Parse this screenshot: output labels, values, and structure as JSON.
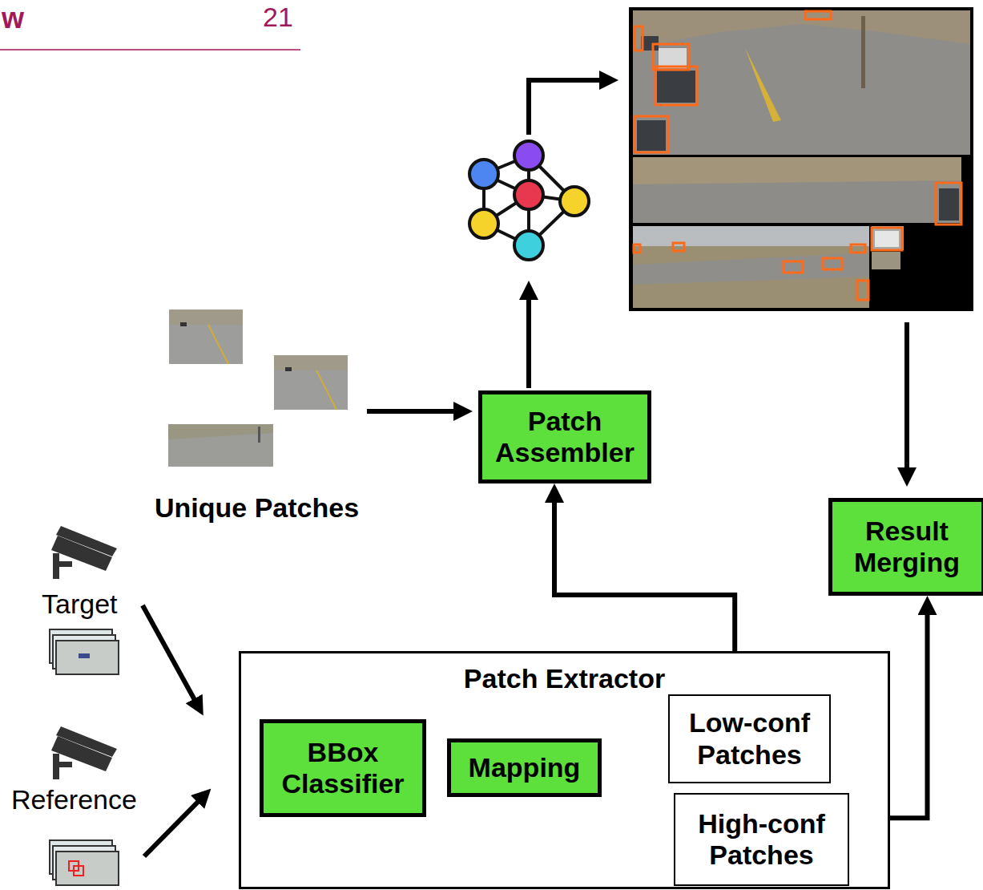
{
  "diagram": {
    "nodes": [
      {
        "text": [
          "Patch Assembler"
        ]
      },
      {
        "text": [
          "Result Merging"
        ]
      },
      {
        "text": [
          "Patch Extractor"
        ]
      },
      {
        "text": [
          "BBox Classifier"
        ],
        "in": 2
      },
      {
        "text": [
          "Mapping"
        ],
        "in": 2
      },
      {
        "text": [
          "Low-conf Patches"
        ],
        "in": 2
      },
      {
        "text": [
          "High-conf Patches"
        ],
        "in": 2
      }
    ],
    "edges": [
      {
        "from": 5,
        "to": 0,
        "arrow": "to"
      },
      {
        "from": 6,
        "to": 1,
        "arrow": "to"
      },
      {
        "from": 4,
        "to": 5,
        "arrow": "to"
      },
      {
        "from": 4,
        "to": 6,
        "arrow": "to"
      }
    ],
    "labels": [
      "w",
      "21",
      "Unique Patches",
      "Target",
      "Reference"
    ]
  }
}
